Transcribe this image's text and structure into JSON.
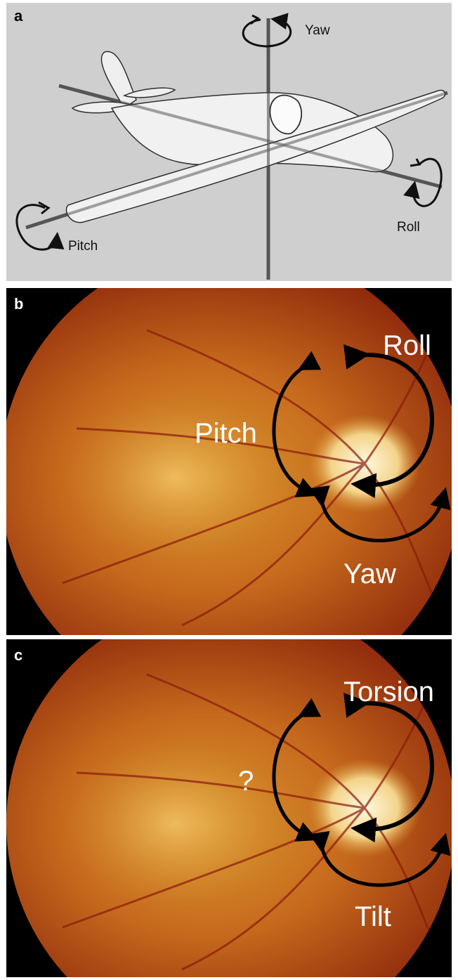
{
  "panel_a": {
    "letter": "a",
    "labels": {
      "yaw": "Yaw",
      "roll": "Roll",
      "pitch": "Pitch"
    }
  },
  "panel_b": {
    "letter": "b",
    "labels": {
      "roll": "Roll",
      "pitch": "Pitch",
      "yaw": "Yaw"
    }
  },
  "panel_c": {
    "letter": "c",
    "labels": {
      "torsion": "Torsion",
      "unknown": "?",
      "tilt": "Tilt"
    }
  }
}
